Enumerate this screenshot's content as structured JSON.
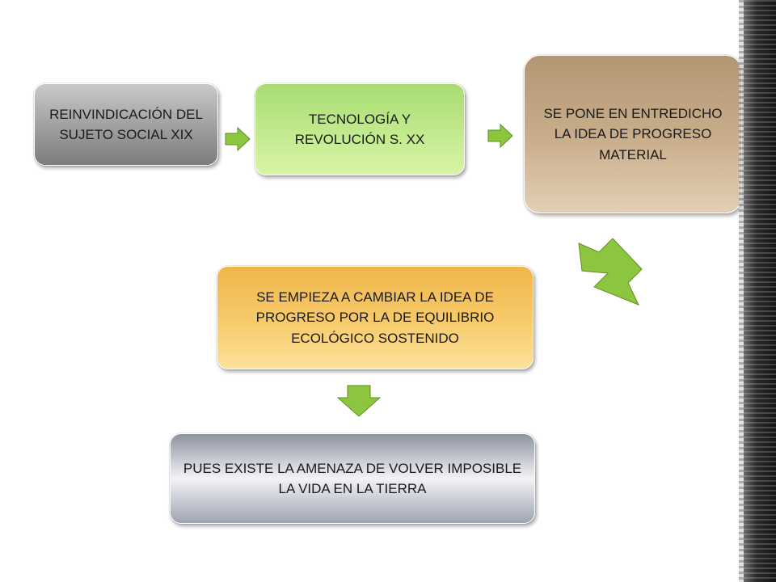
{
  "nodes": [
    {
      "id": "box1",
      "label": "REINVINDICACIÓN DEL SUJETO SOCIAL XIX"
    },
    {
      "id": "box2",
      "label": "TECNOLOGÍA Y REVOLUCIÓN  S. XX"
    },
    {
      "id": "box3",
      "label": "SE PONE EN ENTREDICHO LA IDEA DE PROGRESO MATERIAL"
    },
    {
      "id": "box4",
      "label": "SE EMPIEZA A CAMBIAR LA IDEA DE PROGRESO POR LA DE EQUILIBRIO ECOLÓGICO SOSTENIDO"
    },
    {
      "id": "box5",
      "label": "PUES EXISTE LA AMENAZA DE VOLVER IMPOSIBLE LA VIDA EN LA TIERRA"
    }
  ],
  "edges": [
    {
      "from": "box1",
      "to": "box2"
    },
    {
      "from": "box2",
      "to": "box3"
    },
    {
      "from": "box3",
      "to": "box4"
    },
    {
      "from": "box4",
      "to": "box5"
    }
  ],
  "colors": {
    "arrow_fill": "#8cc63f",
    "arrow_stroke": "#5e8f1f",
    "box1": "#9a9a9a",
    "box2": "#c3ea8e",
    "box3": "#caaf8d",
    "box4": "#f7cb6b",
    "box5": "#c9ccd4"
  }
}
